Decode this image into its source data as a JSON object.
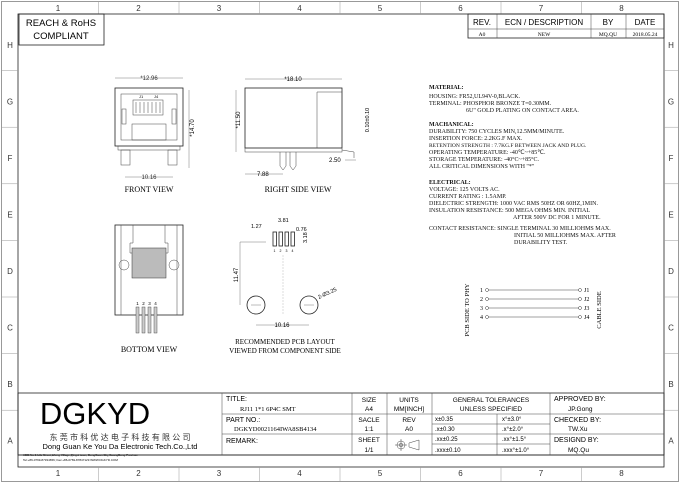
{
  "frame": {
    "columns": [
      "1",
      "2",
      "3",
      "4",
      "5",
      "6",
      "7",
      "8"
    ],
    "rows": [
      "H",
      "G",
      "F",
      "E",
      "D",
      "C",
      "B",
      "A"
    ]
  },
  "compliance": {
    "line1": "REACH & RoHS",
    "line2": "COMPLIANT"
  },
  "revision_table": {
    "headers": [
      "REV.",
      "ECN / DESCRIPTION",
      "BY",
      "DATE"
    ],
    "row": [
      "A0",
      "NEW",
      "MQ.QU",
      "2018.05.24"
    ]
  },
  "views": {
    "front": {
      "label": "FRONT VIEW",
      "width": "*12.96",
      "height": "*14.70",
      "pitch": "10.16",
      "j1": "J1",
      "j4": "J4"
    },
    "side": {
      "label": "RIGHT SIDE VIEW",
      "length": "*18.10",
      "height": "*11.50",
      "offset": "0.10±0.10",
      "tail": "2.50",
      "post": "7.88"
    },
    "bottom": {
      "label": "BOTTOM VIEW",
      "pins": [
        "1",
        "2",
        "3",
        "4"
      ]
    },
    "pcb": {
      "label_line1": "RECOMMENDED PCB LAYOUT",
      "label_line2": "VIEWED FROM COMPONENT SIDE",
      "pitch": "1.27",
      "span": "3.81",
      "pad_w": "0.76",
      "pad_h": "3.18",
      "row_dist": "11.47",
      "holes": "2-Ø3.25",
      "hole_span": "10.16",
      "pins": [
        "1",
        "2",
        "3",
        "4"
      ]
    }
  },
  "specs": {
    "material_title": "MATERIAL:",
    "material": [
      "HOUSING: FR52,UL94V-0,BLACK.",
      "TERMINAL: PHOSPHOR BRONZE T=0.30MM.",
      "6U\" GOLD PLATING ON CONTACT AREA."
    ],
    "mechanical_title": "MACHANICAL:",
    "mechanical": [
      "DURABILITY: 750 CYCLES MIN,12.5MM/MINUTE.",
      "INSERTION FORCE: 2.2KG.F MAX.",
      "RETENTION STRENGTH : 7.7KG.F BETWEEN JACK AND PLUG.",
      "OPERATING TEMPERATURE: -40℃~+85℃.",
      "STORAGE TEMPERATURE: -40°C~+85°C.",
      "ALL CRITICAL DIMENSIONS WITH \"*\""
    ],
    "electrical_title": "ELECTRICAL:",
    "electrical": [
      "VOLTAGE: 125 VOLTS AC.",
      "CURRENT RATING : 1.5AMP.",
      "DIELECTRIC STRENGTH: 1000 VAC RMS 50HZ OR 60HZ,1MIN.",
      "INSULATION RESISTANCE: 500 MEGA OHMS MIN. INITIAL",
      "AFTER 500V DC FOR 1 MINUTE.",
      "CONTACT RESISTANCE: SINGLE TERMINAL 30 MILLIOHMS MAX.",
      "INITIAL 50 MILLIOHMS MAX. AFTER",
      "DURABILITY TEST."
    ]
  },
  "schematic": {
    "left_label": "PCB SIDE TO PHY",
    "right_label": "CABLE SIDE",
    "left_pins": [
      "1",
      "2",
      "3",
      "4"
    ],
    "right_pins": [
      "J1",
      "J2",
      "J3",
      "J4"
    ]
  },
  "title_block": {
    "logo": "DGKYD",
    "company_cn": "东 莞 市 科 优 达 电 子 科 技 有 限 公 司",
    "company_en": "Dong Guan Ke You Da Electronic Tech.Co.,Ltd",
    "address": "ADD:No.1 Lifa Street,Lifeng Village,Qingxi town, DongGuan City,GuangDong Province",
    "contact": "Tel:+86-0769-87334656; Fax:+86-0769-87847129  WWW.DGKYD.COM",
    "title_label": "TITLE:",
    "title": "RJ11 1*1 6P4C SMT",
    "part_label": "PART NO.:",
    "part": "DGKYD0021164IWA8SB4134",
    "remark_label": "REMARK:",
    "size_label": "SIZE",
    "size": "A4",
    "units_label": "UNITS",
    "units": "MM[INCH]",
    "scale_label": "SACLE",
    "scale": "1:1",
    "rev_label": "REV",
    "rev": "A0",
    "sheet_label": "SHEET",
    "sheet": "1/1",
    "tol_title1": "GENERAL TOLERANCES",
    "tol_title2": "UNLESS SPECIFIED",
    "tolerances": [
      [
        "x±0.35",
        "x°±3.0°"
      ],
      [
        ".x±0.30",
        ".x°±2.0°"
      ],
      [
        ".xx±0.25",
        ".xx°±1.5°"
      ],
      [
        ".xxx±0.10",
        ".xxx°±1.0°"
      ]
    ],
    "approved_label": "APPROVED BY:",
    "approved": "JP.Gong",
    "checked_label": "CHECKED BY:",
    "checked": "TW.Xu",
    "designed_label": "DESIGND BY:",
    "designed": "MQ.Qu"
  }
}
